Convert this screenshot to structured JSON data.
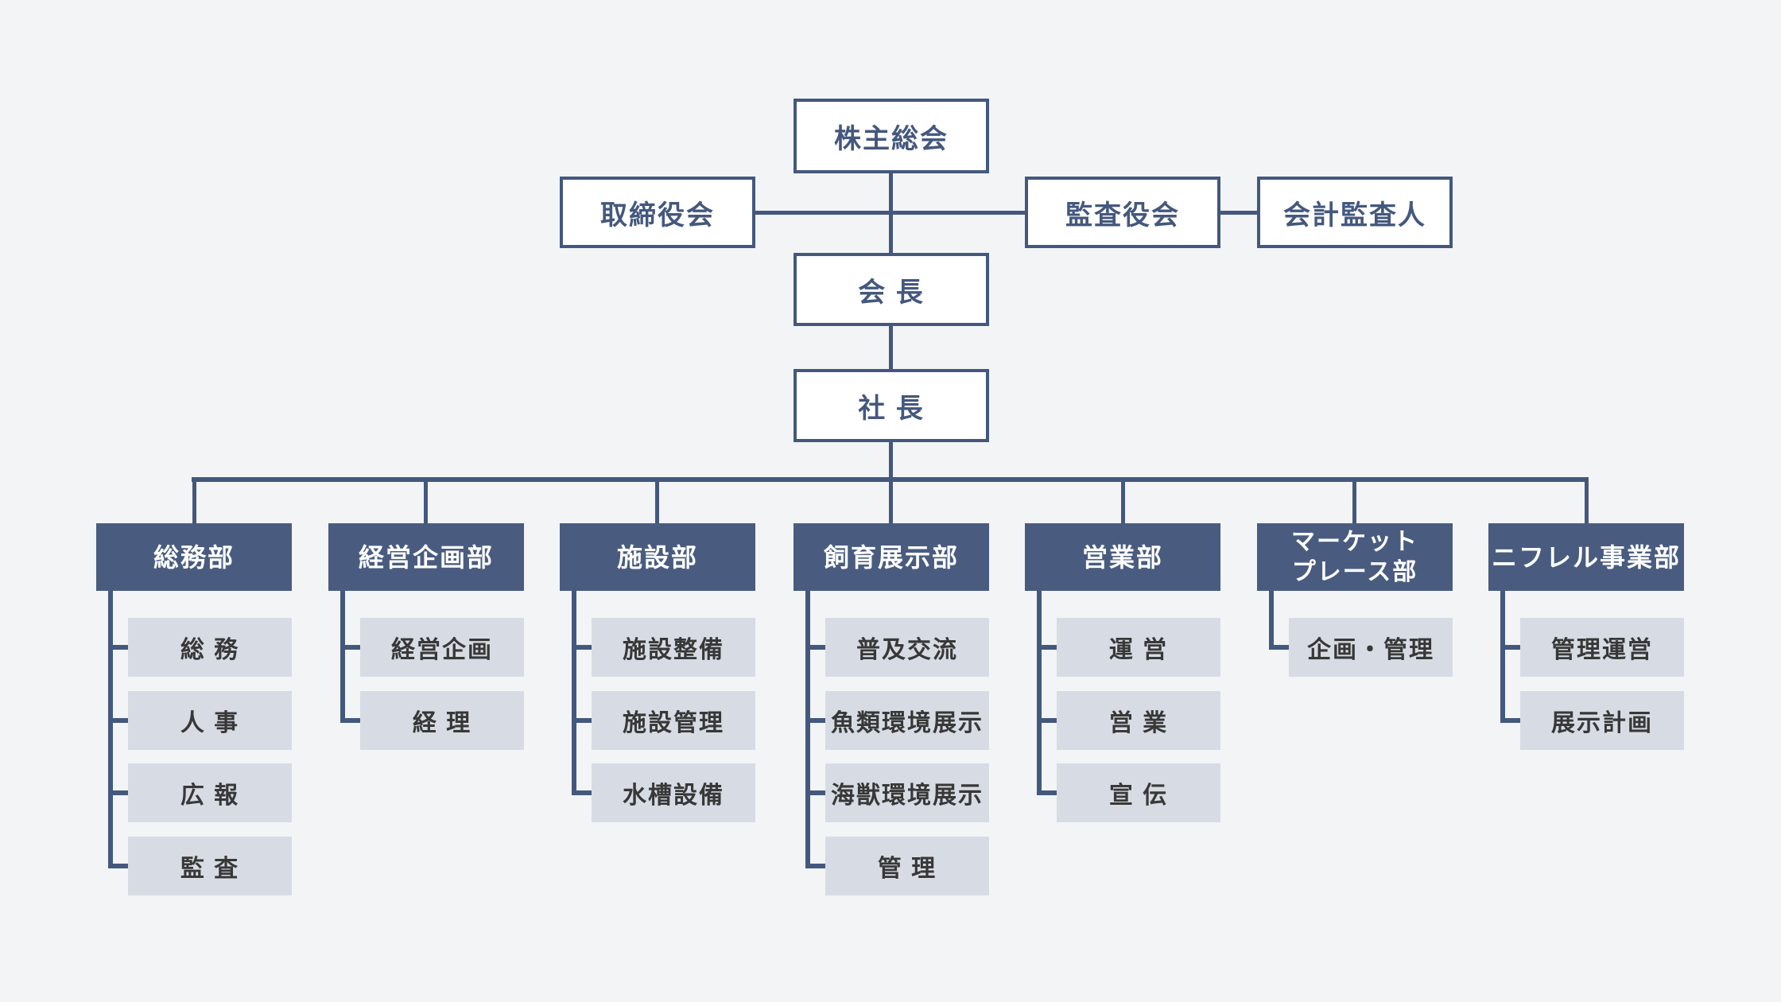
{
  "org": {
    "shareholders": "株主総会",
    "board_of_directors": "取締役会",
    "audit_board": "監査役会",
    "accounting_auditor": "会計監査人",
    "chairman": "会 長",
    "president": "社 長",
    "departments": [
      {
        "label": "総務部",
        "children": [
          "総 務",
          "人 事",
          "広 報",
          "監 査"
        ]
      },
      {
        "label": "経営企画部",
        "children": [
          "経営企画",
          "経 理"
        ]
      },
      {
        "label": "施設部",
        "children": [
          "施設整備",
          "施設管理",
          "水槽設備"
        ]
      },
      {
        "label": "飼育展示部",
        "children": [
          "普及交流",
          "魚類環境展示",
          "海獣環境展示",
          "管 理"
        ]
      },
      {
        "label": "営業部",
        "children": [
          "運 営",
          "営 業",
          "宣 伝"
        ]
      },
      {
        "label": "マーケット\nプレース部",
        "children": [
          "企画・管理"
        ]
      },
      {
        "label": "ニフレル事業部",
        "children": [
          "管理運営",
          "展示計画"
        ]
      }
    ]
  },
  "colors": {
    "background": "#f2f4f6",
    "line_and_border": "#44587e",
    "department_fill": "#495c80",
    "department_text": "#ffffff",
    "white_box_fill": "#ffffff",
    "white_box_text": "#44587e",
    "child_fill": "#d7dce4",
    "child_text": "#383838"
  }
}
